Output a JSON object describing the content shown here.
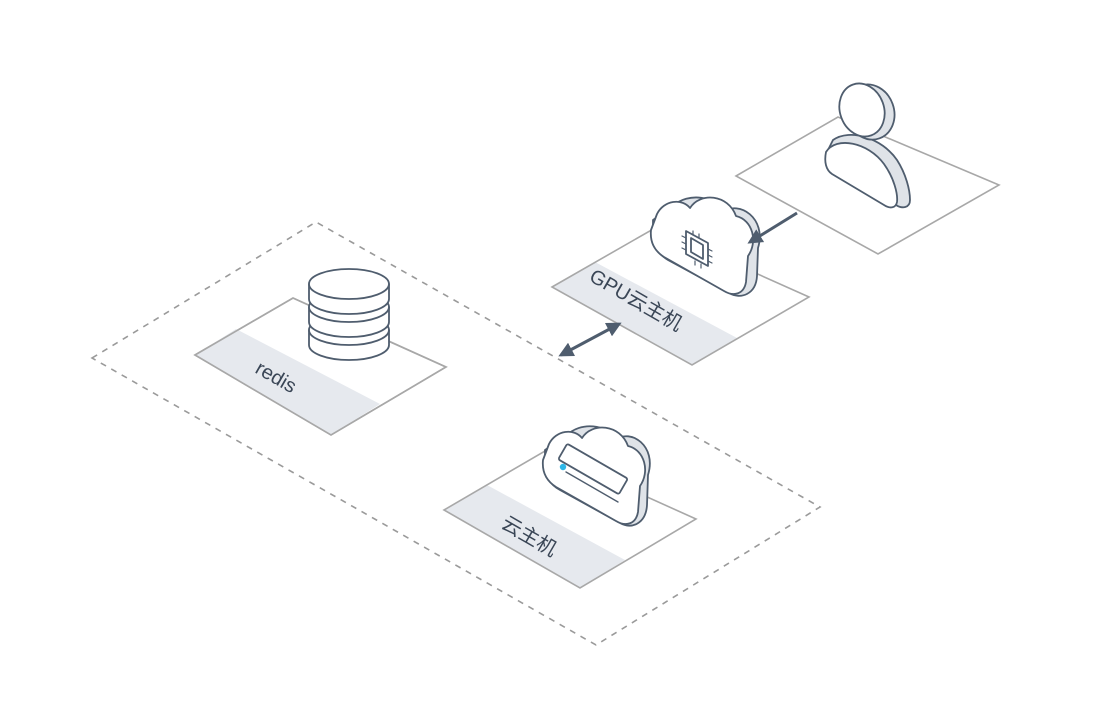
{
  "nodes": {
    "redis": {
      "label": "redis",
      "icon": "database-icon"
    },
    "cloud_host": {
      "label": "云主机",
      "icon": "cloud-server-icon"
    },
    "gpu_host": {
      "label": "GPU云主机",
      "icon": "cloud-chip-icon"
    },
    "user": {
      "icon": "user-icon"
    }
  },
  "colors": {
    "outline": "#4f5d6e",
    "tile_border": "#a8a8a8",
    "label_band": "#e6e9ee",
    "dashed_group": "#9a9a9a",
    "accent": "#2db7e8"
  }
}
